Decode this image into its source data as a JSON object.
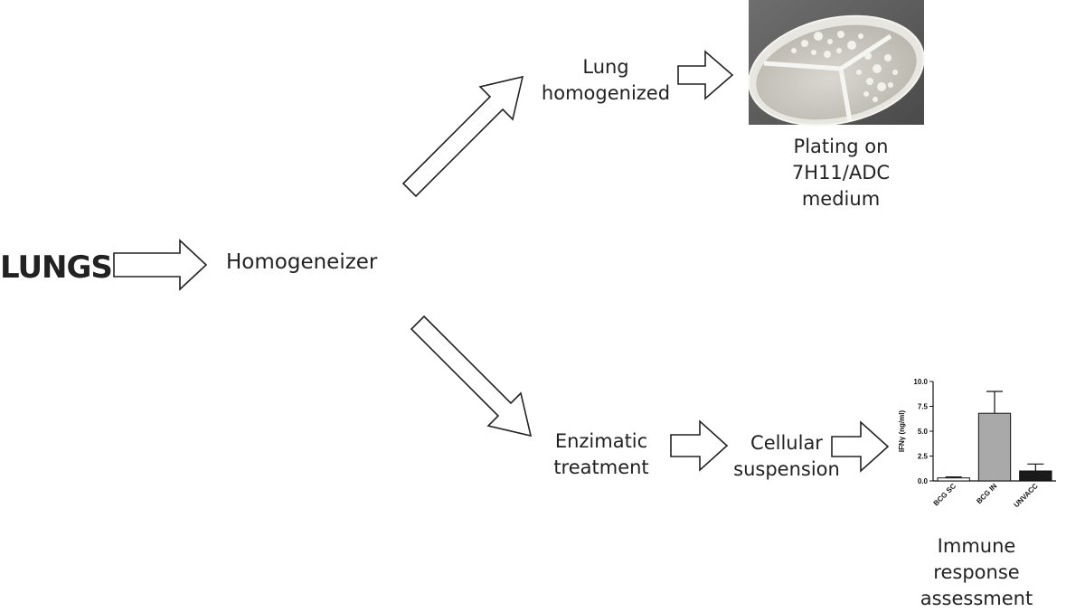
{
  "nodes": {
    "lungs": "LUNGS",
    "homogeneizer": "Homogeneizer",
    "lung_homogenized": [
      "Lung",
      "homogenized"
    ],
    "plating": [
      "Plating on",
      "7H11/ADC",
      "medium"
    ],
    "enzimatic": [
      "Enzimatic",
      "treatment"
    ],
    "cellular": [
      "Cellular",
      "suspension"
    ],
    "immune": [
      "Immune",
      "response",
      "assessment"
    ]
  },
  "petri_image": {
    "description_icon": "petri-dish-icon"
  },
  "chart_data": {
    "type": "bar",
    "categories": [
      "BCG SC",
      "BCG IN",
      "UNVACC"
    ],
    "values": [
      0.3,
      6.8,
      1.0
    ],
    "errors": [
      0.1,
      2.2,
      0.7
    ],
    "bar_colors": [
      "#ffffff",
      "#a9a9a9",
      "#1a1a1a"
    ],
    "title": "",
    "xlabel": "",
    "ylabel": "IFNγ (ng/ml)",
    "ylim": [
      0,
      10
    ],
    "yticks": [
      "0.0",
      "2.5",
      "5.0",
      "7.5",
      "10.0"
    ],
    "grid": false
  }
}
